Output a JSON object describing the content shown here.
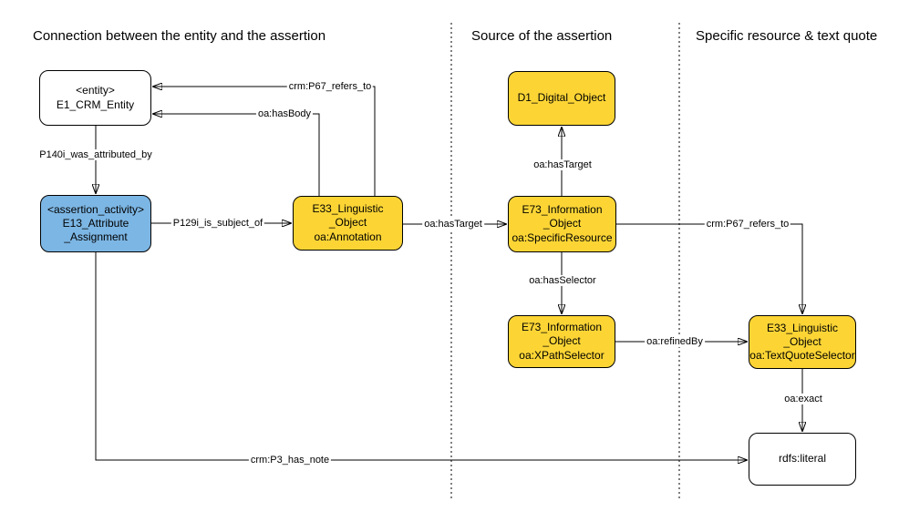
{
  "diagram": {
    "colors": {
      "yellow": "#FCD535",
      "blue": "#7CB6E4",
      "white": "#FFFFFF",
      "stroke": "#000000",
      "background": "#FFFFFF"
    },
    "sections": [
      {
        "title": "Connection between the entity and the assertion"
      },
      {
        "title": "Source of the assertion"
      },
      {
        "title": "Specific resource & text quote"
      }
    ],
    "nodes": {
      "entity": {
        "label": "<entity>\nE1_CRM_Entity",
        "fill": "white"
      },
      "assertion_activity": {
        "label": "<assertion_activity>\nE13_Attribute\n_Assignment",
        "fill": "blue"
      },
      "annotation": {
        "label": "E33_Linguistic\n_Object\noa:Annotation",
        "fill": "yellow"
      },
      "digital_object": {
        "label": "D1_Digital_Object",
        "fill": "yellow"
      },
      "specific_resource": {
        "label": "E73_Information\n_Object\noa:SpecificResource",
        "fill": "yellow"
      },
      "xpath_selector": {
        "label": "E73_Information\n_Object\noa:XPathSelector",
        "fill": "yellow"
      },
      "textquote_selector": {
        "label": "E33_Linguistic\n_Object\noa:TextQuoteSelector",
        "fill": "yellow"
      },
      "rdfs_literal": {
        "label": "rdfs:literal",
        "fill": "white"
      }
    },
    "edges": {
      "p140i": {
        "label": "P140i_was_attributed_by"
      },
      "p129i": {
        "label": "P129i_is_subject_of"
      },
      "p67_top": {
        "label": "crm:P67_refers_to"
      },
      "has_body": {
        "label": "oa:hasBody"
      },
      "has_target_h": {
        "label": "oa:hasTarget"
      },
      "has_target_v": {
        "label": "oa:hasTarget"
      },
      "p67_right": {
        "label": "crm:P67_refers_to"
      },
      "has_selector": {
        "label": "oa:hasSelector"
      },
      "refined_by": {
        "label": "oa:refinedBy"
      },
      "exact": {
        "label": "oa:exact"
      },
      "p3_has_note": {
        "label": "crm:P3_has_note"
      }
    }
  }
}
